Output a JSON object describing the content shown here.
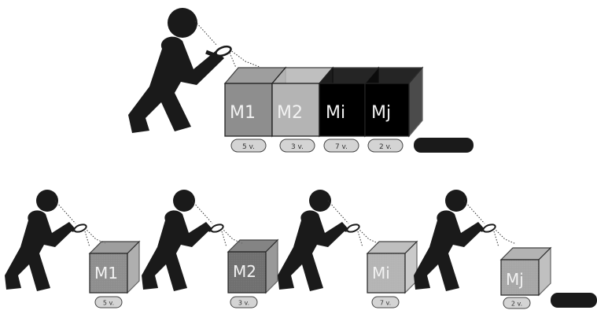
{
  "colors": {
    "figure": "#1a1a1a",
    "beam": "#333333",
    "box_m1": "#8e8e8e",
    "box_m2": "#6f6f6f",
    "box_mi": "#b4b4b4",
    "box_mj": "#a6a6a6",
    "badge": "#d4d4d4",
    "dark_badge": "#1a1a1a"
  },
  "top_row": {
    "boxes": [
      {
        "label": "M1",
        "badge": "5 v."
      },
      {
        "label": "M2",
        "badge": "3 v."
      },
      {
        "label": "Mi",
        "badge": "7 v."
      },
      {
        "label": "Mj",
        "badge": "2 v."
      }
    ],
    "dark_badge": ""
  },
  "bottom_row": {
    "units": [
      {
        "label": "M1",
        "badge": "5 v."
      },
      {
        "label": "M2",
        "badge": "3 v."
      },
      {
        "label": "Mi",
        "badge": "7 v."
      },
      {
        "label": "Mj",
        "badge": "2 v."
      }
    ],
    "dark_badge": ""
  }
}
